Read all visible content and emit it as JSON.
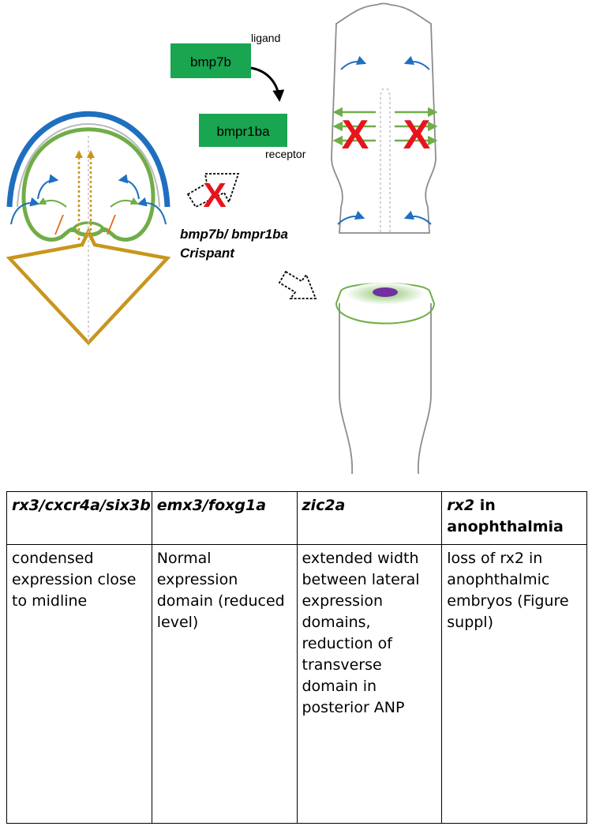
{
  "diagram": {
    "ligand_box": "bmp7b",
    "ligand_label": "ligand",
    "receptor_box": "bmpr1ba",
    "receptor_label": "receptor",
    "crispant_line1": "bmp7b/ bmpr1ba",
    "crispant_line2": "Crispant",
    "x_mark": "X",
    "colors": {
      "box_green": "#1aa551",
      "outline_green": "#70ad47",
      "blue": "#1f6fbf",
      "gold": "#c8961e",
      "red": "#e8141b",
      "orange": "#e36c1e",
      "purple": "#7030a0"
    }
  },
  "table": {
    "headers": [
      {
        "italic": "rx3/cxcr4a/six3b",
        "plain": ""
      },
      {
        "italic": "emx3/foxg1a",
        "plain": ""
      },
      {
        "italic": "zic2a",
        "plain": ""
      },
      {
        "italic": "rx2",
        "plain": " in anophthalmia"
      }
    ],
    "cells": [
      "condensed expression close to midline",
      "Normal expression domain (reduced level)",
      "extended width between lateral expression domains, reduction of transverse domain in posterior ANP",
      "loss of rx2 in anophthalmic embryos (Figure suppl)"
    ]
  }
}
